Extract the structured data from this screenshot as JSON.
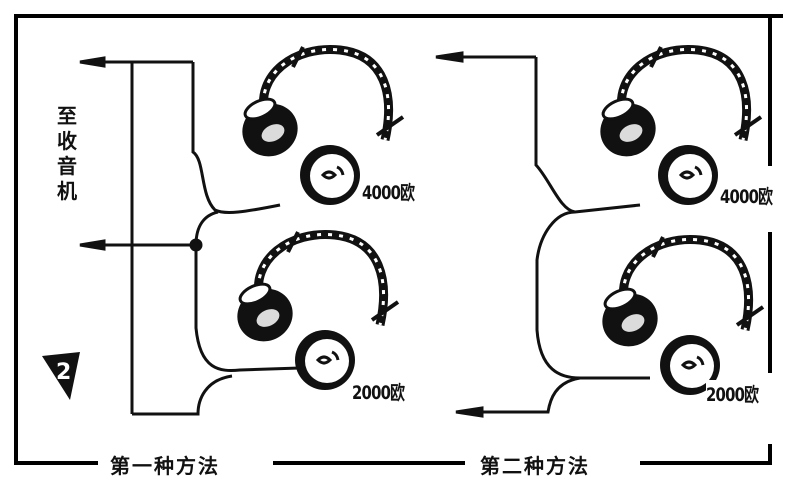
{
  "diagram": {
    "type": "wiring-diagram",
    "subject": "Connecting two headphones of different impedance to a radio",
    "side_label": "至收音机",
    "side_label_chars": [
      "至",
      "收",
      "音",
      "机"
    ],
    "figure_number": "2",
    "methods": [
      {
        "label": "第一种方法",
        "headphones": [
          {
            "impedance_label": "4000欧",
            "position": "top"
          },
          {
            "impedance_label": "2000欧",
            "position": "bottom"
          }
        ]
      },
      {
        "label": "第二种方法",
        "headphones": [
          {
            "impedance_label": "4000欧",
            "position": "top"
          },
          {
            "impedance_label": "2000欧",
            "position": "bottom"
          }
        ]
      }
    ],
    "colors": {
      "ink": "#111111",
      "paper": "#ffffff"
    }
  }
}
